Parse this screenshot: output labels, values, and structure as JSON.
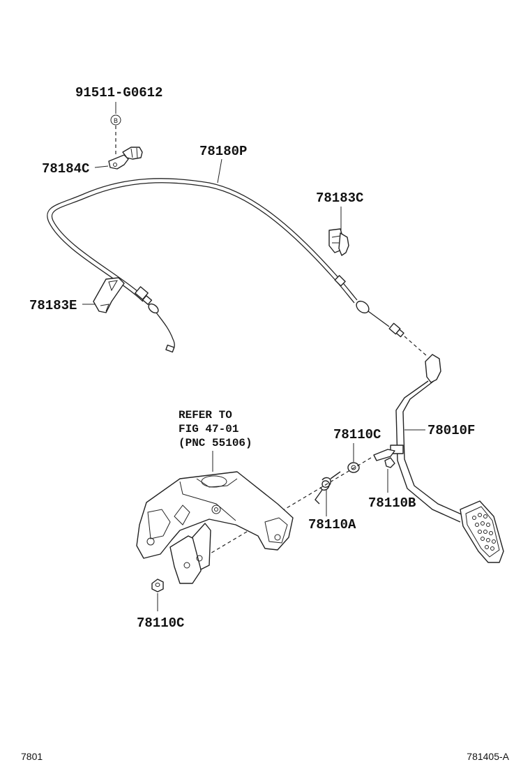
{
  "parts": {
    "bolt": "91511-G0612",
    "bolt_marker": "B",
    "clamp_upper": "78184C",
    "cable": "78180P",
    "clamp_right": "78183C",
    "clamp_left": "78183E",
    "bushing_upper": "78110C",
    "pedal_assy": "78010F",
    "pin": "78110B",
    "spring": "78110A",
    "bushing_lower": "78110C"
  },
  "reference": {
    "line1": "REFER TO",
    "line2": "FIG 47-01",
    "line3": "(PNC 55106)"
  },
  "footer": {
    "left_code": "7801",
    "right_code": "781405-A"
  }
}
